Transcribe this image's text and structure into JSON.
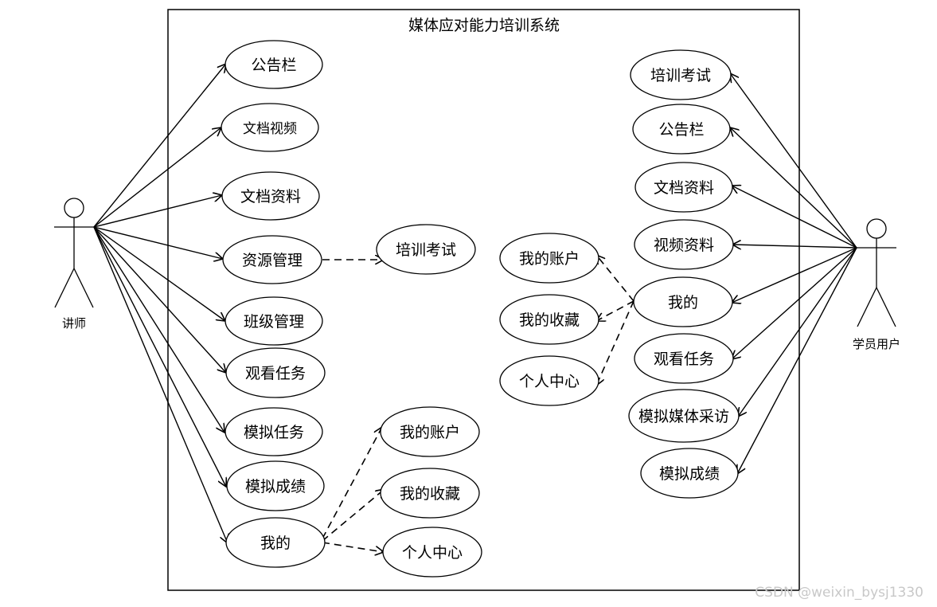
{
  "system": {
    "title": "媒体应对能力培训系统"
  },
  "actors": {
    "lecturer": "讲师",
    "student": "学员用户"
  },
  "lecturer_cases": {
    "bulletin": "公告栏",
    "doc_video": "文档视频",
    "doc_material": "文档资料",
    "resource_mgmt": "资源管理",
    "training_exam": "培训考试",
    "class_mgmt": "班级管理",
    "watch_task": "观看任务",
    "sim_task": "模拟任务",
    "sim_score": "模拟成绩",
    "mine": "我的",
    "my_account": "我的账户",
    "my_favorites": "我的收藏",
    "personal_center": "个人中心"
  },
  "student_cases": {
    "training_exam": "培训考试",
    "bulletin": "公告栏",
    "doc_material": "文档资料",
    "video_material": "视频资料",
    "mine": "我的",
    "watch_task": "观看任务",
    "sim_interview": "模拟媒体采访",
    "sim_score": "模拟成绩",
    "my_account": "我的账户",
    "my_favorites": "我的收藏",
    "personal_center": "个人中心"
  },
  "watermark": "CSDN @weixin_bysj1330"
}
